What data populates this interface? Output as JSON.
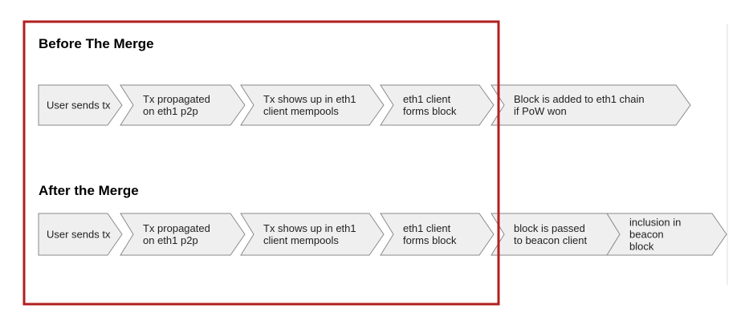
{
  "colors": {
    "highlight_border": "#b21f1f",
    "step_fill": "#efefef",
    "step_border": "#8a8a8a"
  },
  "before": {
    "title": "Before The Merge",
    "steps": [
      {
        "lines": [
          "User sends tx"
        ]
      },
      {
        "lines": [
          "Tx propagated",
          "on eth1 p2p"
        ]
      },
      {
        "lines": [
          "Tx shows up in eth1",
          "client mempools"
        ]
      },
      {
        "lines": [
          "eth1 client",
          "forms block"
        ]
      },
      {
        "lines": [
          "Block is added to eth1 chain",
          "if PoW won"
        ]
      }
    ]
  },
  "after": {
    "title": "After the Merge",
    "steps": [
      {
        "lines": [
          "User sends tx"
        ]
      },
      {
        "lines": [
          "Tx propagated",
          "on eth1 p2p"
        ]
      },
      {
        "lines": [
          "Tx shows up in eth1",
          "client mempools"
        ]
      },
      {
        "lines": [
          "eth1 client",
          "forms block"
        ]
      },
      {
        "lines": [
          "block is passed",
          "to beacon client"
        ]
      },
      {
        "lines": [
          "inclusion in",
          "beacon",
          "block"
        ]
      }
    ]
  }
}
